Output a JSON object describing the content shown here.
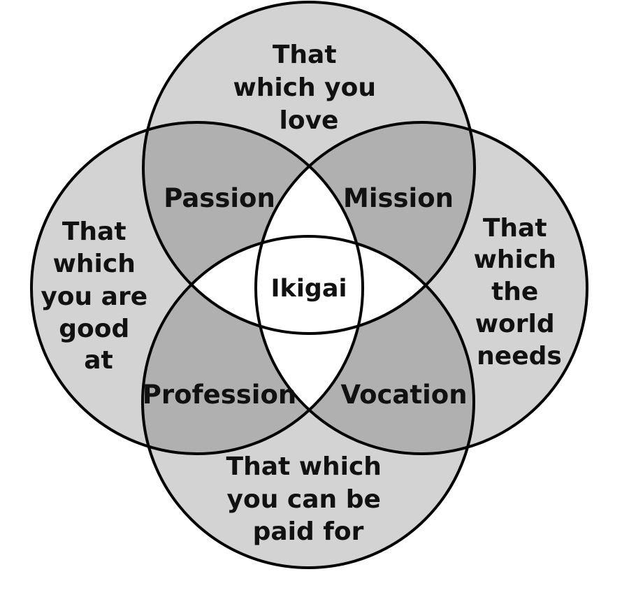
{
  "diagram": {
    "colors": {
      "single": "#d3d3d3",
      "double": "#b0b0b0",
      "center": "#ffffff",
      "stroke": "#000000"
    },
    "circles": {
      "love": {
        "lines": [
          "That",
          "which you",
          "love"
        ]
      },
      "good_at": {
        "lines": [
          "That",
          "which",
          "you are",
          "good",
          "at"
        ]
      },
      "world_needs": {
        "lines": [
          "That",
          "which",
          "the",
          "world",
          "needs"
        ]
      },
      "paid_for": {
        "lines": [
          "That which",
          "you can be",
          "paid for"
        ]
      }
    },
    "overlaps": {
      "passion": "Passion",
      "mission": "Mission",
      "profession": "Profession",
      "vocation": "Vocation"
    },
    "center": "Ikigai"
  }
}
